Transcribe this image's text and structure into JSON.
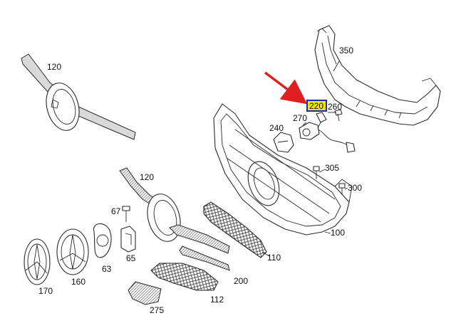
{
  "diagram": {
    "labels": {
      "p350": "350",
      "p120_top": "120",
      "p120_mid": "120",
      "p220": "220",
      "p260": "260",
      "p270": "270",
      "p240": "240",
      "p305": "305",
      "p300": "300",
      "p100": "100",
      "p67": "67",
      "p63": "63",
      "p65": "65",
      "p110": "110",
      "p200": "200",
      "p112": "112",
      "p170": "170",
      "p160": "160",
      "p275": "275"
    },
    "colors": {
      "highlight_fill": "#f2e600",
      "highlight_border": "#1f2aa8",
      "arrow": "#e02020",
      "line": "#2a2a2a"
    }
  }
}
